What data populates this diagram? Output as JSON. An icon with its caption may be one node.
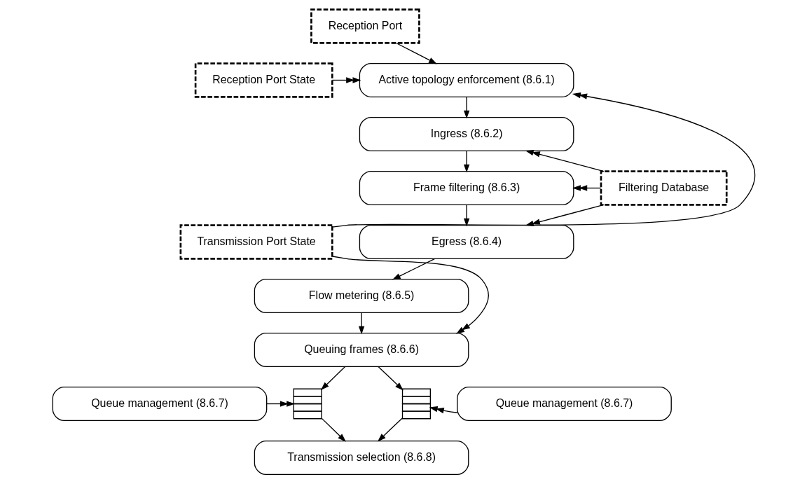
{
  "diagram": {
    "nodes": [
      {
        "text": [
          "Reception Port"
        ]
      },
      {
        "text": [
          "Reception Port State"
        ]
      },
      {
        "text": [
          "Active topology enforcement (8.6.1)"
        ]
      },
      {
        "text": [
          "Ingress (8.6.2)"
        ]
      },
      {
        "text": [
          "Frame filtering (8.6.3)"
        ]
      },
      {
        "text": [
          "Transmission Port State"
        ]
      },
      {
        "text": [
          "Filtering Database"
        ]
      },
      {
        "text": [
          "Egress (8.6.4)"
        ]
      },
      {
        "text": [
          "Flow metering (8.6.5)"
        ]
      },
      {
        "text": [
          "Queuing frames (8.6.6)"
        ]
      },
      {
        "text": [
          "Queue management (8.6.7)"
        ]
      },
      {
        "text": [],
        "shape": "box"
      },
      {
        "text": [],
        "shape": "box"
      },
      {
        "text": [
          "Queue management (8.6.7)"
        ]
      },
      {
        "text": [
          "Transmission selection (8.6.8)"
        ]
      }
    ],
    "edges": [
      {
        "from": 0,
        "to": 2,
        "arrow": "to"
      },
      {
        "from": 1,
        "to": 2,
        "arrow": "to"
      },
      {
        "from": 5,
        "to": 2,
        "arrow": "to"
      },
      {
        "from": 2,
        "to": 3,
        "arrow": "to"
      },
      {
        "from": 6,
        "to": 3,
        "arrow": "to"
      },
      {
        "from": 3,
        "to": 4,
        "arrow": "to"
      },
      {
        "from": 6,
        "to": 4,
        "arrow": "to"
      },
      {
        "from": 4,
        "to": 7,
        "arrow": "to"
      },
      {
        "from": 6,
        "to": 7,
        "arrow": "to"
      },
      {
        "from": 7,
        "to": 8,
        "arrow": "to"
      },
      {
        "from": 8,
        "to": 9,
        "arrow": "to"
      },
      {
        "from": 5,
        "to": 9,
        "arrow": "to"
      },
      {
        "from": 9,
        "to": 11,
        "arrow": "to"
      },
      {
        "from": 9,
        "to": 12,
        "arrow": "to"
      },
      {
        "from": 10,
        "to": 11,
        "arrow": "to"
      },
      {
        "from": 13,
        "to": 12,
        "arrow": "to"
      },
      {
        "from": 11,
        "to": 14,
        "arrow": "to"
      },
      {
        "from": 12,
        "to": 14,
        "arrow": "to"
      }
    ]
  }
}
